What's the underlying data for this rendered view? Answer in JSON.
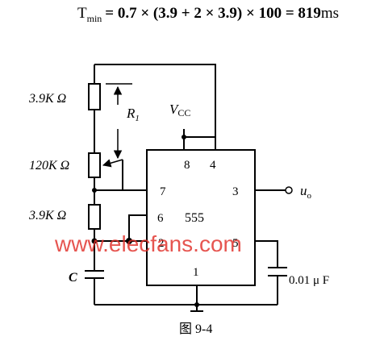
{
  "formula": {
    "lhs_main": "T",
    "lhs_sub": "min",
    "rhs": "= 0.7 × (3.9 + 2 × 3.9) × 100 = 819",
    "unit": "ms"
  },
  "components": {
    "r_top": "3.9K Ω",
    "r_pot": "120K Ω",
    "r_bottom": "3.9K Ω",
    "r1_main": "R",
    "r1_sub": "1",
    "c_timing": "C",
    "c_control": "0.01 μ F"
  },
  "ic": {
    "name": "555",
    "vcc_main": "V",
    "vcc_sub": "CC",
    "pins": {
      "p8": "8",
      "p4": "4",
      "p7": "7",
      "p6": "6",
      "p2": "2",
      "p5": "5",
      "p3": "3",
      "p1": "1"
    }
  },
  "output": {
    "main": "u",
    "sub": "o"
  },
  "watermark": "www.elecfans.com",
  "caption": "图 9-4",
  "colors": {
    "line": "#000000",
    "watermark": "#e0302a",
    "background": "#ffffff"
  }
}
